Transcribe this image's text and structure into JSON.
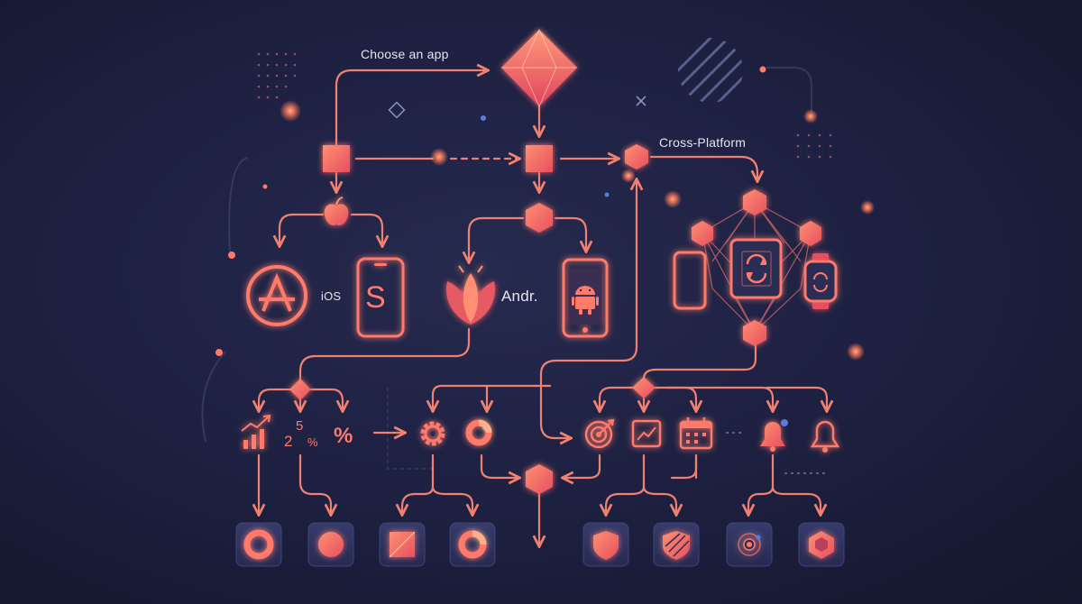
{
  "labels": {
    "choose": "Choose an app",
    "cross": "Cross-Platform",
    "ios": "iOS",
    "andr": "Andr.",
    "percent": "%",
    "num_a": "5",
    "num_b": "2",
    "num_c": "%",
    "s_glyph": "S"
  },
  "colors": {
    "background": "#1e2142",
    "accent": "#ff7a6b",
    "accent_dark": "#d94d5e",
    "line": "#f0806f",
    "dim": "#4a4f7a",
    "tile": "#2e3360"
  },
  "icons": [
    "gem-icon",
    "apple-icon",
    "app-store-icon",
    "phone-icon",
    "android-icon",
    "lotus-icon",
    "tablet-sync-icon",
    "watch-icon",
    "chart-icon",
    "gear-icon",
    "donut-icon",
    "target-icon",
    "trend-icon",
    "calendar-icon",
    "bell-icon",
    "ring-icon",
    "circle-icon",
    "square-icon",
    "shield-icon",
    "orbit-icon",
    "cube-icon"
  ]
}
